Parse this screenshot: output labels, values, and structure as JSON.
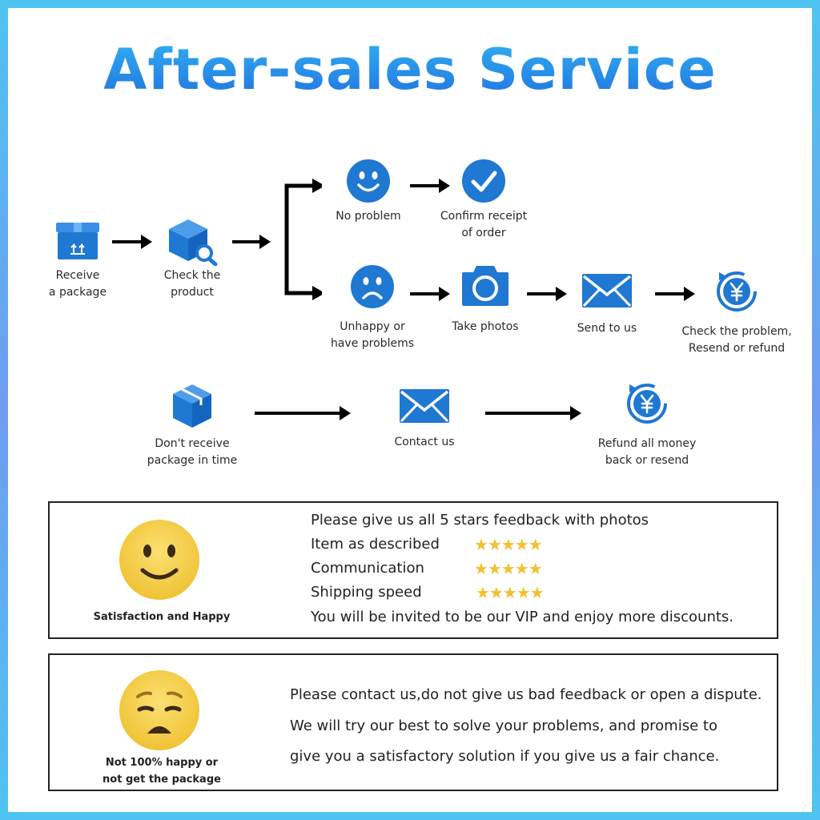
{
  "title": "After-sales Service",
  "colors": {
    "brand_blue": "#1f78d1",
    "frame": "#4fc3f0",
    "star": "#f2c030",
    "emoji": "#f5cf3a"
  },
  "flow": {
    "receive": {
      "icon": "package-box-icon",
      "label": "Receive\na package"
    },
    "check": {
      "icon": "box-magnifier-icon",
      "label": "Check the\nproduct"
    },
    "no_problem": {
      "icon": "smile-face-icon",
      "label": "No problem"
    },
    "confirm": {
      "icon": "checkmark-circle-icon",
      "label": "Confirm receipt\nof order"
    },
    "unhappy": {
      "icon": "sad-face-icon",
      "label": "Unhappy or\nhave problems"
    },
    "photos": {
      "icon": "camera-icon",
      "label": "Take photos"
    },
    "send": {
      "icon": "envelope-icon",
      "label": "Send to us"
    },
    "resend": {
      "icon": "yen-refund-icon",
      "label": "Check the problem,\nResend or refund"
    },
    "not_received": {
      "icon": "cube-icon",
      "label": "Don't receive\npackage in time"
    },
    "contact": {
      "icon": "envelope-icon",
      "label": "Contact us"
    },
    "refund": {
      "icon": "yen-refund-icon",
      "label": "Refund all money\nback or resend"
    }
  },
  "happy_box": {
    "icon": "happy-emoji-icon",
    "label": "Satisfaction and Happy",
    "heading": "Please give us all 5 stars feedback with photos",
    "ratings": [
      {
        "label": "Item as described",
        "stars": "★★★★★",
        "value": 5
      },
      {
        "label": "Communication",
        "stars": "★★★★★",
        "value": 5
      },
      {
        "label": "Shipping speed",
        "stars": "★★★★★",
        "value": 5
      }
    ],
    "footer": "You will be invited to be our VIP and enjoy more discounts."
  },
  "sad_box": {
    "icon": "sad-emoji-icon",
    "label": "Not 100% happy or\nnot get the package",
    "lines": [
      "Please contact us,do not give us bad feedback or open a dispute.",
      "We will try our best to solve your problems, and promise to",
      "give you a satisfactory solution if you give us a fair chance."
    ]
  }
}
